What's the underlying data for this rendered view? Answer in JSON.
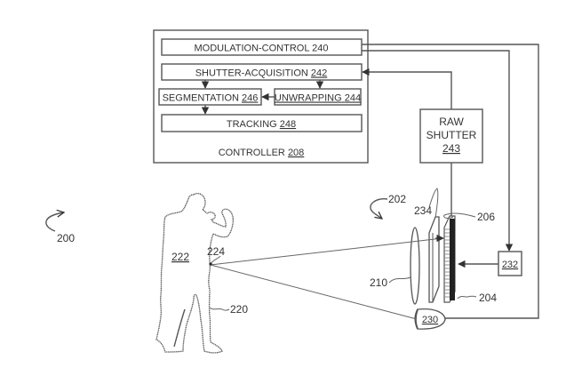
{
  "figure": {
    "system_label": "200",
    "controller": {
      "label": "CONTROLLER",
      "ref": "208",
      "modules": {
        "modulation": {
          "label": "MODULATION-CONTROL",
          "ref": "240"
        },
        "shutter_acquisition": {
          "label": "SHUTTER-ACQUISITION",
          "ref": "242"
        },
        "segmentation": {
          "label": "SEGMENTATION",
          "ref": "246"
        },
        "unwrapping": {
          "label": "UNWRAPPING",
          "ref": "244"
        },
        "tracking": {
          "label": "TRACKING",
          "ref": "248"
        }
      }
    },
    "raw_shutter": {
      "line1": "RAW",
      "line2": "SHUTTER",
      "ref": "243"
    },
    "camera": {
      "ref": "202",
      "sensor_array_ref": "204",
      "sensor_ref": "206",
      "lens_ref": "210",
      "filter_ref": "234",
      "driver_ref": "232",
      "light_source_ref": "230"
    },
    "subject": {
      "ref": "220",
      "region_ref": "222",
      "point_ref": "224"
    },
    "colors": {
      "line": "#555555",
      "text": "#333333",
      "background": "#ffffff"
    }
  }
}
